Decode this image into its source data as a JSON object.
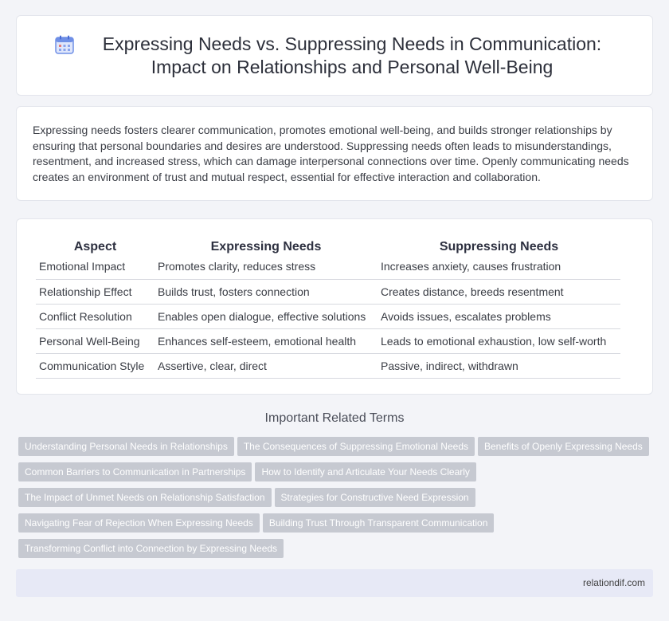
{
  "header": {
    "icon": "calendar-icon",
    "title": "Expressing Needs vs. Suppressing Needs in Communication: Impact on Relationships and Personal Well-Being"
  },
  "intro": {
    "text": "Expressing needs fosters clearer communication, promotes emotional well-being, and builds stronger relationships by ensuring that personal boundaries and desires are understood. Suppressing needs often leads to misunderstandings, resentment, and increased stress, which can damage interpersonal connections over time. Openly communicating needs creates an environment of trust and mutual respect, essential for effective interaction and collaboration."
  },
  "table": {
    "headers": [
      "Aspect",
      "Expressing Needs",
      "Suppressing Needs"
    ],
    "rows": [
      [
        "Emotional Impact",
        "Promotes clarity, reduces stress",
        "Increases anxiety, causes frustration"
      ],
      [
        "Relationship Effect",
        "Builds trust, fosters connection",
        "Creates distance, breeds resentment"
      ],
      [
        "Conflict Resolution",
        "Enables open dialogue, effective solutions",
        "Avoids issues, escalates problems"
      ],
      [
        "Personal Well-Being",
        "Enhances self-esteem, emotional health",
        "Leads to emotional exhaustion, low self-worth"
      ],
      [
        "Communication Style",
        "Assertive, clear, direct",
        "Passive, indirect, withdrawn"
      ]
    ]
  },
  "related": {
    "title": "Important Related Terms",
    "tags": [
      "Understanding Personal Needs in Relationships",
      "The Consequences of Suppressing Emotional Needs",
      "Benefits of Openly Expressing Needs",
      "Common Barriers to Communication in Partnerships",
      "How to Identify and Articulate Your Needs Clearly",
      "The Impact of Unmet Needs on Relationship Satisfaction",
      "Strategies for Constructive Need Expression",
      "Navigating Fear of Rejection When Expressing Needs",
      "Building Trust Through Transparent Communication",
      "Transforming Conflict into Connection by Expressing Needs"
    ]
  },
  "footer": {
    "site": "relationdif.com"
  },
  "colors": {
    "tag_bg": "#c6c9d1",
    "footer_bg": "#e7e9f6",
    "icon_blue": "#5b8def"
  }
}
